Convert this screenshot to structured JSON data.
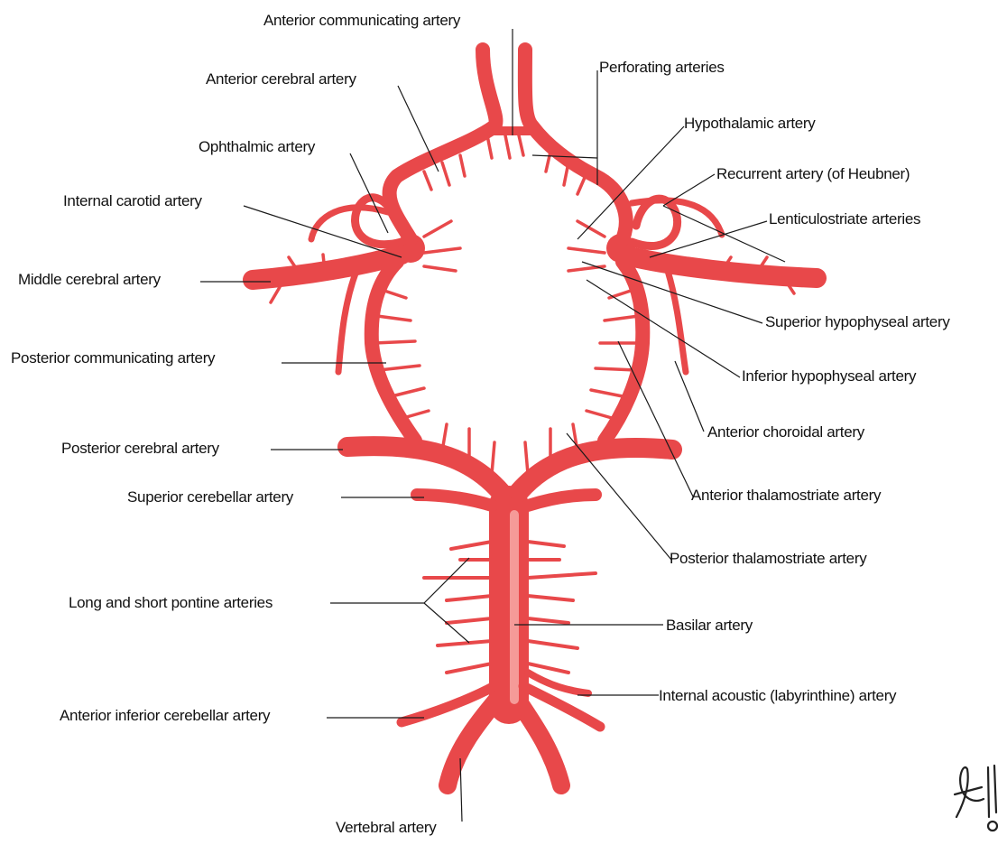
{
  "diagram": {
    "colors": {
      "artery": "#e8484a",
      "artery_dark": "#c9302f",
      "artery_light": "#f59a98",
      "leader": "#1a1a1a",
      "text": "#111111"
    },
    "labels": {
      "anterior_communicating": "Anterior communicating artery",
      "anterior_cerebral": "Anterior cerebral artery",
      "ophthalmic": "Ophthalmic artery",
      "internal_carotid": "Internal carotid artery",
      "middle_cerebral": "Middle cerebral artery",
      "posterior_communicating": "Posterior communicating artery",
      "posterior_cerebral": "Posterior cerebral artery",
      "superior_cerebellar": "Superior cerebellar artery",
      "pontine": "Long and short pontine arteries",
      "anterior_inferior_cerebellar": "Anterior inferior cerebellar artery",
      "vertebral": "Vertebral artery",
      "perforating": "Perforating arteries",
      "hypothalamic": "Hypothalamic artery",
      "recurrent": "Recurrent artery (of Heubner)",
      "lenticulostriate": "Lenticulostriate arteries",
      "superior_hypophyseal": "Superior hypophyseal artery",
      "inferior_hypophyseal": "Inferior hypophyseal artery",
      "anterior_choroidal": "Anterior choroidal artery",
      "anterior_thalamostriate": "Anterior thalamostriate artery",
      "posterior_thalamostriate": "Posterior thalamostriate artery",
      "basilar": "Basilar artery",
      "internal_acoustic": "Internal acoustic (labyrinthine) artery"
    },
    "logo": "Netter signature mark"
  }
}
